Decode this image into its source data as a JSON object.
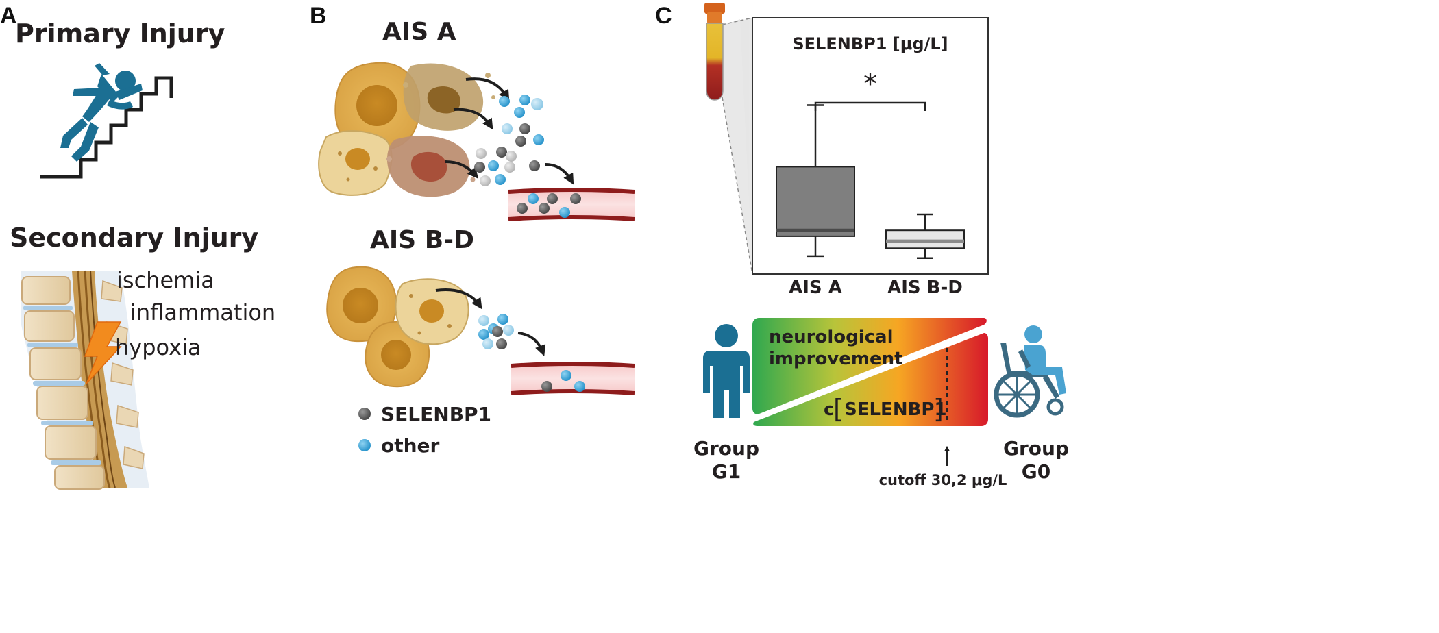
{
  "panel_a": {
    "letter": "A",
    "primary_title": "Primary Injury",
    "secondary_title": "Secondary Injury",
    "mechanisms": [
      "ischemia",
      "inflammation",
      "hypoxia"
    ]
  },
  "panel_b": {
    "letter": "B",
    "group_a_title": "AIS A",
    "group_bd_title": "AIS B-D",
    "legend": [
      {
        "label": "SELENBP1",
        "color": "#5e5e5e"
      },
      {
        "label": "other",
        "color": "#3fa9db"
      }
    ]
  },
  "panel_c": {
    "letter": "C",
    "chart_data": {
      "type": "box",
      "title": "SELENBP1 [μg/L]",
      "categories": [
        "AIS A",
        "AIS B-D"
      ],
      "boxes": [
        {
          "name": "AIS A",
          "whisker_low": 0.09,
          "q1": 0.19,
          "median": 0.22,
          "q3": 0.54,
          "whisker_high": 0.85,
          "color": "#7f7f7f"
        },
        {
          "name": "AIS B-D",
          "whisker_low": 0.08,
          "q1": 0.13,
          "median": 0.165,
          "q3": 0.22,
          "whisker_high": 0.3,
          "color": "#e6e6e6"
        }
      ],
      "significance": "*",
      "ylim": [
        0,
        1
      ]
    },
    "gradient": {
      "upper_label_line1": "neurological",
      "upper_label_line2": "improvement",
      "lower_label_prefix": "c",
      "lower_label_marker": "SELENBP1",
      "cutoff_label": "cutoff 30,2 μg/L",
      "color_start": "#2fa84f",
      "color_mid": "#f6a623",
      "color_end": "#d7192a"
    },
    "group_left": {
      "line1": "Group",
      "line2": "G1"
    },
    "group_right": {
      "line1": "Group",
      "line2": "G0"
    }
  }
}
